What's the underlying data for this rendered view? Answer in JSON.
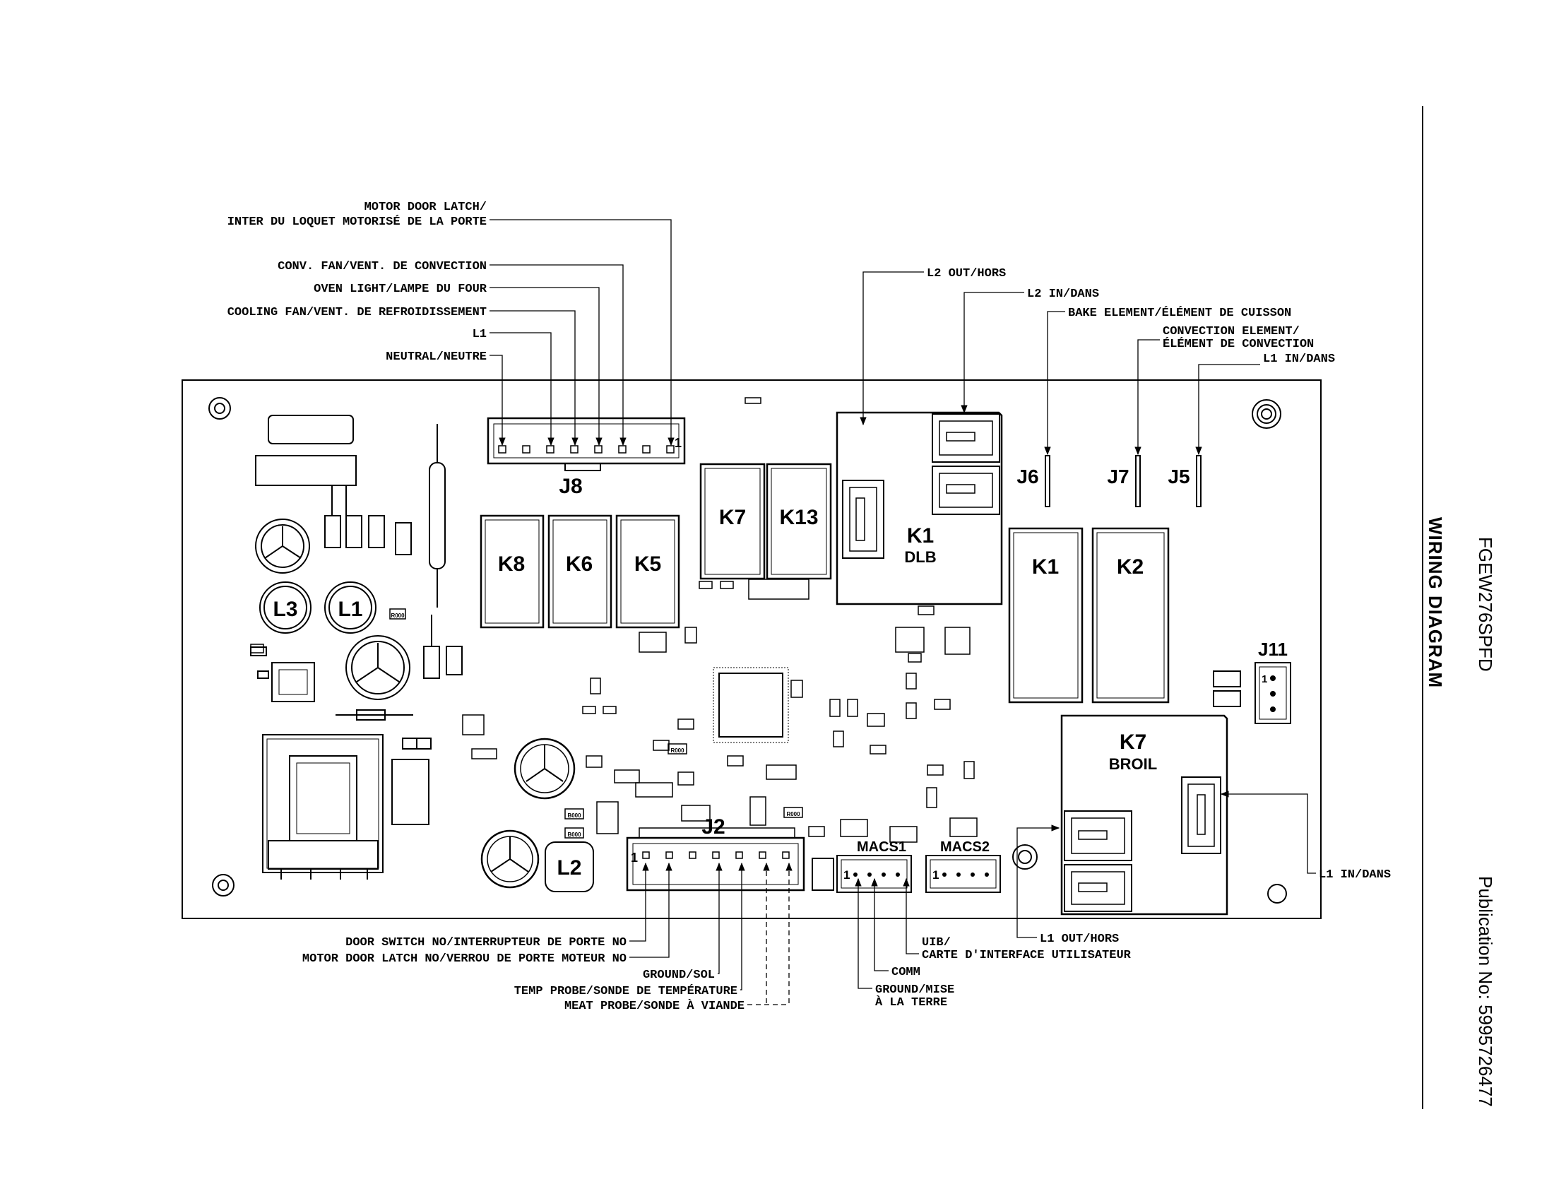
{
  "side": {
    "title": "WIRING DIAGRAM",
    "model": "FGEW276SPFD",
    "publication": "Publication No: 5995726477"
  },
  "connectors": {
    "j8": "J8",
    "j2": "J2",
    "j6": "J6",
    "j7": "J7",
    "j5": "J5",
    "j11": "J11",
    "macs1": "MACS1",
    "macs2": "MACS2",
    "pin_one": "1"
  },
  "relays": {
    "k8": "K8",
    "k6": "K6",
    "k5": "K5",
    "k7_small": "K7",
    "k13": "K13",
    "k1_dlb": "K1",
    "dlb": "DLB",
    "k1": "K1",
    "k2": "K2",
    "k7_broil": "K7",
    "broil": "BROIL"
  },
  "inductors": {
    "l3": "L3",
    "l1": "L1",
    "l2": "L2"
  },
  "j8_callouts": {
    "motor_door_latch_1": "MOTOR DOOR LATCH/",
    "motor_door_latch_2": "INTER DU LOQUET MOTORISÉ DE LA PORTE",
    "conv_fan": "CONV. FAN/VENT. DE CONVECTION",
    "oven_light": "OVEN LIGHT/LAMPE DU FOUR",
    "cooling_fan": "COOLING FAN/VENT. DE REFROIDISSEMENT",
    "l1": "L1",
    "neutral": "NEUTRAL/NEUTRE"
  },
  "top_right_callouts": {
    "l2_out": "L2 OUT/HORS",
    "l2_in": "L2 IN/DANS",
    "bake_element": "BAKE ELEMENT/ÉLÉMENT DE CUISSON",
    "convection_element_1": "CONVECTION ELEMENT/",
    "convection_element_2": "ÉLÉMENT DE CONVECTION",
    "l1_in_top": "L1 IN/DANS"
  },
  "bottom_callouts": {
    "door_switch": "DOOR SWITCH NO/INTERRUPTEUR DE PORTE NO",
    "motor_door_latch_no": "MOTOR DOOR LATCH NO/VERROU DE PORTE MOTEUR NO",
    "ground_sol": "GROUND/SOL",
    "temp_probe": "TEMP PROBE/SONDE DE TEMPÉRATURE",
    "meat_probe": "MEAT PROBE/SONDE À VIANDE",
    "uib_1": "UIB/",
    "uib_2": "CARTE D'INTERFACE UTILISATEUR",
    "comm": "COMM",
    "ground_mise_1": "GROUND/MISE",
    "ground_mise_2": "À LA TERRE",
    "l1_out": "L1 OUT/HORS",
    "l1_in_right": "L1 IN/DANS"
  },
  "chip_codes": {
    "r_code": "R000",
    "b_code": "B000"
  }
}
